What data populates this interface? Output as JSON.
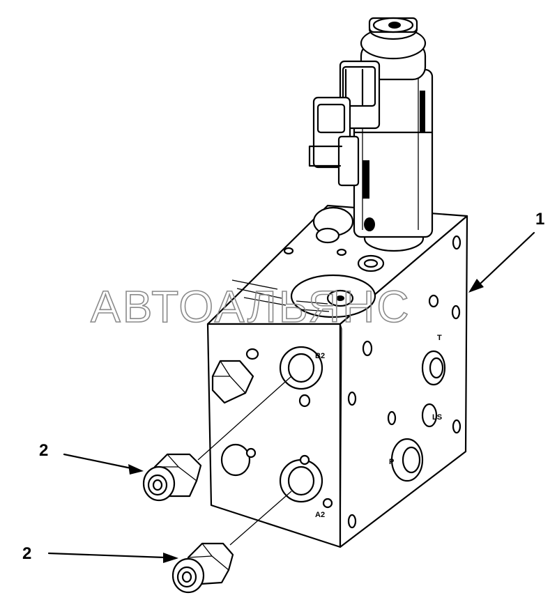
{
  "callouts": {
    "manifold": "1",
    "fitting_upper": "2",
    "fitting_lower": "2"
  },
  "port_labels": {
    "b2": "B2",
    "a2": "A2",
    "t": "T",
    "p": "P",
    "ls": "LS"
  },
  "watermark": "АВТОАЛЬЯНС"
}
